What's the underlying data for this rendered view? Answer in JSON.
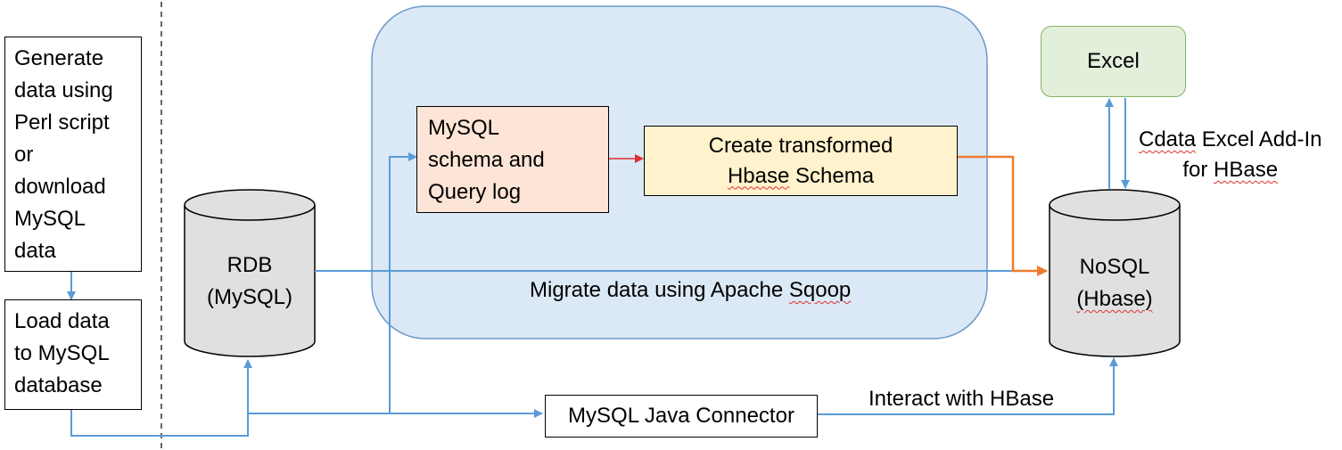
{
  "boxes": {
    "generate": {
      "lines": [
        "Generate",
        "data using",
        "Perl script",
        "or",
        "download",
        "MySQL",
        "data"
      ]
    },
    "load": {
      "lines": [
        "Load data",
        "to MySQL",
        "database"
      ]
    },
    "rdb": {
      "lines": [
        "RDB",
        "(MySQL)"
      ]
    },
    "mysql_schema": {
      "lines": [
        "MySQL",
        "schema and",
        "Query log"
      ]
    },
    "create_schema": {
      "line1": "Create transformed",
      "line2_word1": "Hbase",
      "line2_word2": "Schema"
    },
    "nosql": {
      "line1": "NoSQL",
      "line2": "(Hbase)"
    },
    "excel": {
      "label": "Excel"
    },
    "connector": {
      "label": "MySQL Java Connector"
    }
  },
  "labels": {
    "migrate_prefix": "Migrate data using Apache ",
    "migrate_word": "Sqoop",
    "cdata_prefix": "Cdata",
    "cdata_suffix": " Excel Add-In",
    "cdata_line2_prefix": "for ",
    "cdata_line2_word": "HBase",
    "interact": "Interact with HBase"
  },
  "colors": {
    "connector_line": "#5b9bd5",
    "orange_line": "#ed7d31",
    "red_arrow": "#e03030",
    "cloud_fill": "#dbe8f5",
    "cloud_border": "#6a9ac8",
    "schema_fill": "#fce4d6",
    "transform_fill": "#fff2cc",
    "excel_fill": "#e2efda",
    "excel_border": "#82b366",
    "cylinder_fill": "#e0e0e0"
  }
}
